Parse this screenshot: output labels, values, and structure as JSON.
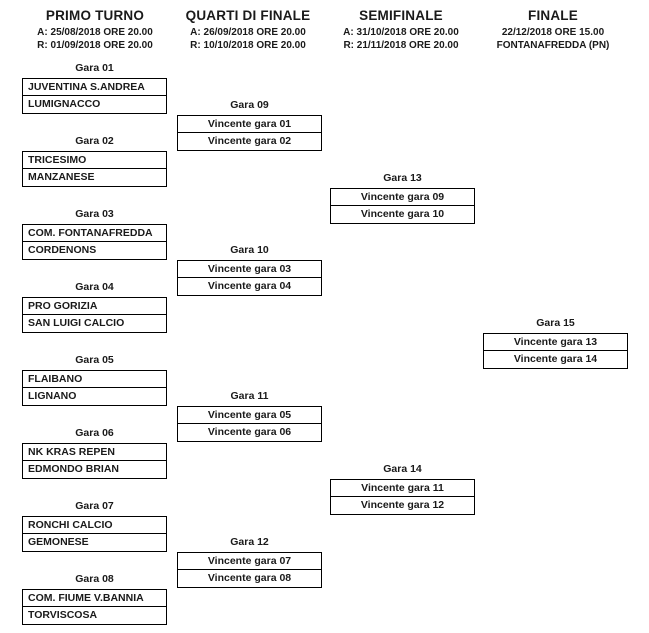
{
  "page": {
    "background_color": "#ffffff",
    "text_color": "#1a1a1a",
    "border_color": "#000000"
  },
  "rounds": [
    {
      "title": "PRIMO TURNO",
      "date_line1": "A: 25/08/2018 ORE 20.00",
      "date_line2": "R: 01/09/2018 ORE 20.00"
    },
    {
      "title": "QUARTI DI FINALE",
      "date_line1": "A: 26/09/2018 ORE 20.00",
      "date_line2": "R: 10/10/2018 ORE 20.00"
    },
    {
      "title": "SEMIFINALE",
      "date_line1": "A: 31/10/2018 ORE 20.00",
      "date_line2": "R: 21/11/2018 ORE 20.00"
    },
    {
      "title": "FINALE",
      "date_line1": "22/12/2018 ORE 15.00",
      "date_line2": "FONTANAFREDDA (PN)"
    }
  ],
  "matches": [
    {
      "label": "Gara 01",
      "slot1": "JUVENTINA S.ANDREA",
      "slot2": "LUMIGNACCO"
    },
    {
      "label": "Gara 02",
      "slot1": "TRICESIMO",
      "slot2": "MANZANESE"
    },
    {
      "label": "Gara 03",
      "slot1": "COM. FONTANAFREDDA",
      "slot2": "CORDENONS"
    },
    {
      "label": "Gara 04",
      "slot1": "PRO GORIZIA",
      "slot2": "SAN LUIGI CALCIO"
    },
    {
      "label": "Gara 05",
      "slot1": "FLAIBANO",
      "slot2": "LIGNANO"
    },
    {
      "label": "Gara 06",
      "slot1": "NK KRAS REPEN",
      "slot2": "EDMONDO BRIAN"
    },
    {
      "label": "Gara 07",
      "slot1": "RONCHI CALCIO",
      "slot2": "GEMONESE"
    },
    {
      "label": "Gara 08",
      "slot1": "COM. FIUME V.BANNIA",
      "slot2": "TORVISCOSA"
    },
    {
      "label": "Gara 09",
      "slot1": "Vincente gara 01",
      "slot2": "Vincente gara 02"
    },
    {
      "label": "Gara 10",
      "slot1": "Vincente gara 03",
      "slot2": "Vincente gara 04"
    },
    {
      "label": "Gara 11",
      "slot1": "Vincente gara 05",
      "slot2": "Vincente gara 06"
    },
    {
      "label": "Gara 12",
      "slot1": "Vincente gara 07",
      "slot2": "Vincente gara 08"
    },
    {
      "label": "Gara 13",
      "slot1": "Vincente gara 09",
      "slot2": "Vincente gara 10"
    },
    {
      "label": "Gara 14",
      "slot1": "Vincente gara 11",
      "slot2": "Vincente gara 12"
    },
    {
      "label": "Gara 15",
      "slot1": "Vincente gara 13",
      "slot2": "Vincente gara 14"
    }
  ]
}
